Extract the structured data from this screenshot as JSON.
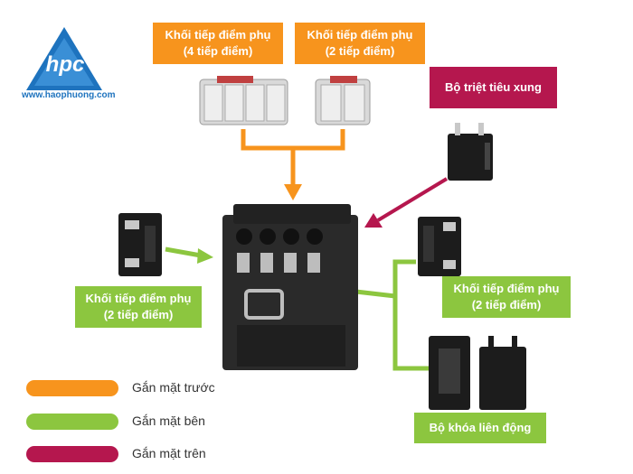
{
  "logo": {
    "letters": "hpc",
    "website": "www.haophuong.com"
  },
  "labels": {
    "top_left": {
      "line1": "Khối tiếp điểm phụ",
      "line2": "(4 tiếp điểm)"
    },
    "top_right": {
      "line1": "Khối tiếp điểm phụ",
      "line2": "(2 tiếp điểm)"
    },
    "surge": "Bộ triệt tiêu xung",
    "side_left": {
      "line1": "Khối tiếp điểm phụ",
      "line2": "(2 tiếp điểm)"
    },
    "side_right": {
      "line1": "Khối tiếp điểm phụ",
      "line2": "(2 tiếp điểm)"
    },
    "interlock": "Bộ khóa liên động"
  },
  "legend": [
    {
      "label": "Gắn mặt trước",
      "color": "#f7941d"
    },
    {
      "label": "Gắn mặt bên",
      "color": "#8cc63f"
    },
    {
      "label": "Gắn mặt trên",
      "color": "#b5174e"
    }
  ],
  "colors": {
    "front": "#f7941d",
    "side": "#8cc63f",
    "top": "#b5174e",
    "brand": "#1e73be"
  }
}
